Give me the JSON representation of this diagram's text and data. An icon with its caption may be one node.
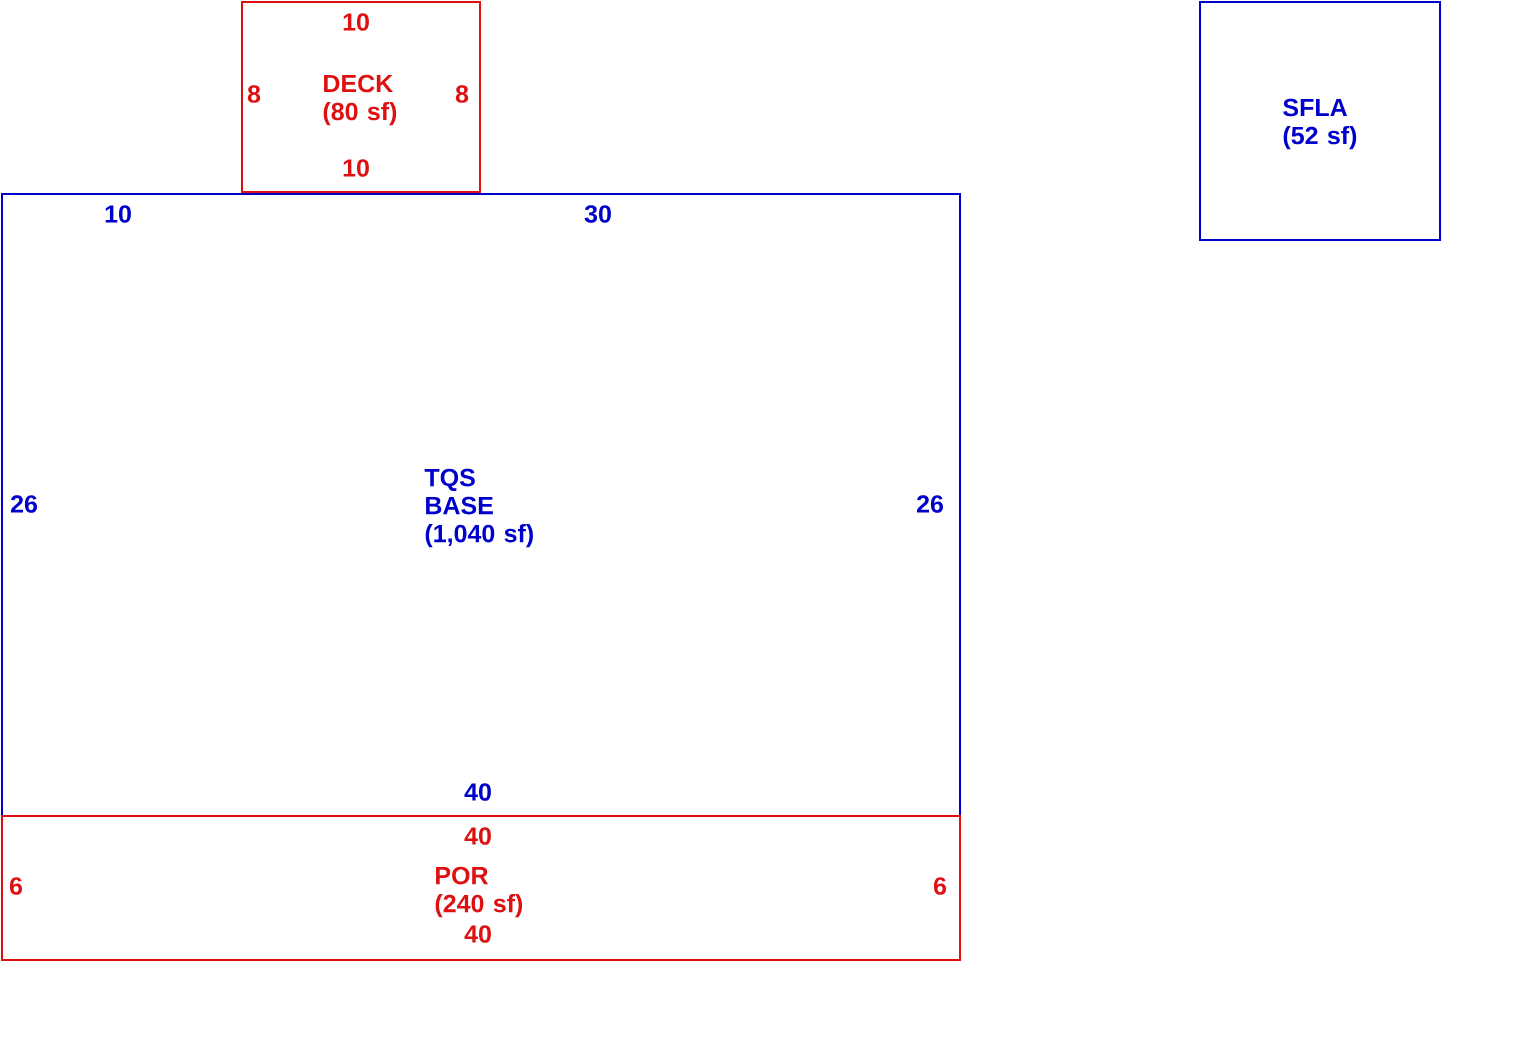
{
  "diagram": {
    "nodes": [
      {
        "text": [
          "DECK (80 sf)"
        ]
      },
      {
        "text": [
          "TQS BASE (1,040 sf)"
        ]
      },
      {
        "text": [
          "POR (240 sf)"
        ]
      },
      {
        "text": [
          "SFLA (52 sf)"
        ]
      }
    ],
    "labels": [
      "10",
      "8",
      "8",
      "10",
      "10",
      "30",
      "26",
      "26",
      "40",
      "40",
      "6",
      "6",
      "40"
    ]
  }
}
